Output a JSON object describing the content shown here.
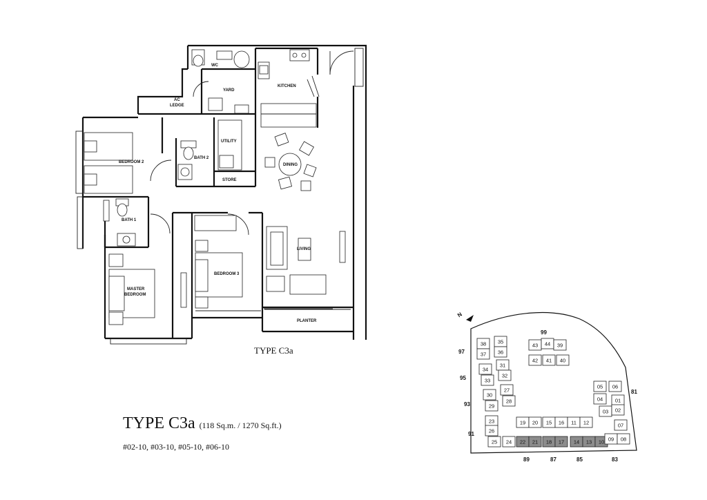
{
  "floorplan": {
    "rooms": {
      "wc": "WC",
      "yard": "YARD",
      "kitchen": "KITCHEN",
      "ac_ledge_line1": "AC",
      "ac_ledge_line2": "LEDGE",
      "bedroom2": "BEDROOM 2",
      "bath2": "BATH 2",
      "utility": "UTILITY",
      "store": "STORE",
      "dining": "DINING",
      "bath1": "BATH 1",
      "bedroom3": "BEDROOM 3",
      "living": "LIVING",
      "master_line1": "MASTER",
      "master_line2": "BEDROOM",
      "planter": "PLANTER"
    },
    "caption": "TYPE C3a"
  },
  "heading": {
    "title": "TYPE C3a",
    "area": "(118 Sq.m. / 1270 Sq.ft.)",
    "units": "#02-10, #03-10, #05-10, #06-10"
  },
  "siteplan": {
    "north_label": "N",
    "streets": [
      "99",
      "97",
      "95",
      "93",
      "91",
      "81",
      "89",
      "87",
      "85",
      "83"
    ],
    "units": [
      "38",
      "35",
      "37",
      "36",
      "34",
      "31",
      "33",
      "32",
      "30",
      "27",
      "29",
      "28",
      "23",
      "26",
      "25",
      "24",
      "22",
      "21",
      "19",
      "20",
      "18",
      "17",
      "15",
      "16",
      "14",
      "13",
      "11",
      "12",
      "10",
      "09",
      "08",
      "07",
      "06",
      "05",
      "04",
      "01",
      "03",
      "02",
      "43",
      "44",
      "39",
      "42",
      "41",
      "40"
    ],
    "highlighted_units": [
      "22",
      "21",
      "18",
      "17",
      "14",
      "13",
      "10"
    ],
    "highlight_color": "#8c8c8c"
  }
}
